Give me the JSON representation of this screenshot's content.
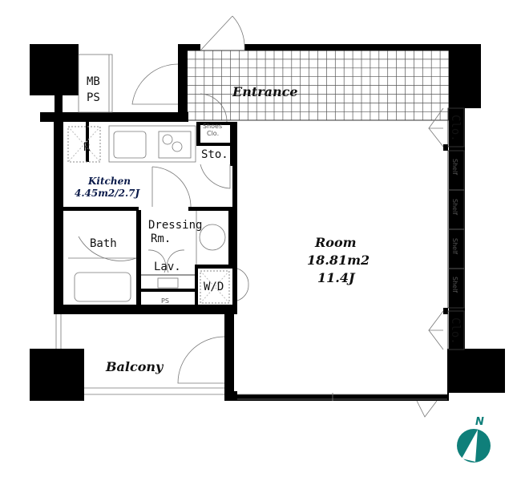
{
  "rooms": {
    "entrance": "Entrance",
    "mbps_1": "MB",
    "mbps_2": "PS",
    "shoes_1": "Shoes",
    "shoes_2": "Clo.",
    "storage": "Sto.",
    "refrigerator": "R",
    "kitchen_name": "Kitchen",
    "kitchen_area": "4.45m2/2.7J",
    "dressing_1": "Dressing",
    "dressing_2": "Rm.",
    "bath": "Bath",
    "lavatory": "Lav.",
    "washer": "W/D",
    "pipe_space": "PS",
    "balcony": "Balcony",
    "room_name": "Room",
    "room_area": "18.81m2",
    "room_jo": "11.4J",
    "closet_top": "Clo.",
    "closet_bottom": "Clo.",
    "shelves": [
      "Shelf",
      "Shelf",
      "Shelf",
      "Shelf"
    ]
  },
  "compass": {
    "label": "N",
    "color": "#0f7f7a"
  }
}
